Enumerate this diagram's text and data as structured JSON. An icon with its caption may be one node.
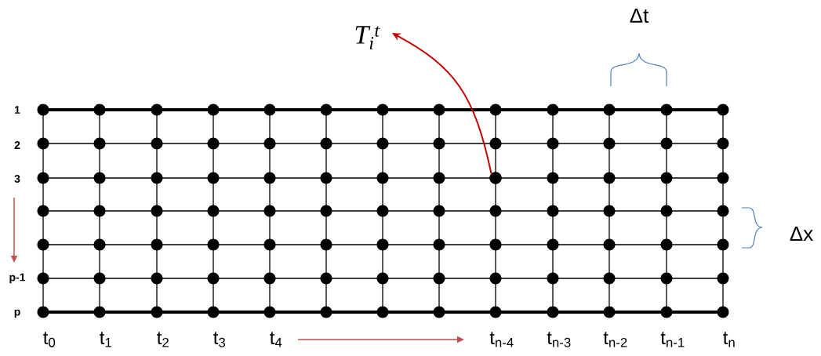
{
  "diagram": {
    "nodes": [
      {
        "text": [
          "T$_{i}$$^{t}$"
        ]
      },
      {
        "text": [],
        "shape": "circle"
      }
    ],
    "edges": [
      {
        "from": 1,
        "to": 0,
        "arrow": "to",
        "color": "#c00000"
      }
    ],
    "labels": [
      "Δt",
      "1",
      "2",
      "3",
      "Δx",
      "p-1",
      "p",
      "t$_{0}$",
      "t$_{1}$",
      "t$_{2}$",
      "t$_{3}$",
      "t$_{4}$",
      "t$_{n-4}$",
      "t$_{n-3}$",
      "t$_{n-2}$",
      "t$_{n-1}$",
      "t$_{n}$"
    ]
  }
}
